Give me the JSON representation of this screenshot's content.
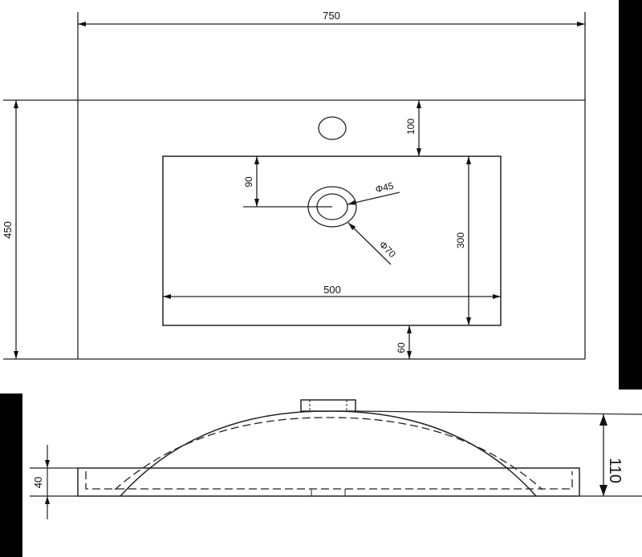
{
  "drawing": {
    "type": "technical drawing - washbasin / vanity top",
    "top_view": {
      "overall_width": "750",
      "overall_depth": "450",
      "basin_width": "500",
      "basin_depth": "300",
      "back_to_basin": "100",
      "basin_to_front": "60",
      "basin_edge_to_drain": "90",
      "drain_inner_diameter": "Φ45",
      "drain_outer_diameter": "Φ70"
    },
    "side_view": {
      "slab_thickness": "40",
      "total_height": "110"
    }
  },
  "colors": {
    "line": "#222222",
    "background": "#ffffff",
    "mask": "#000000"
  }
}
